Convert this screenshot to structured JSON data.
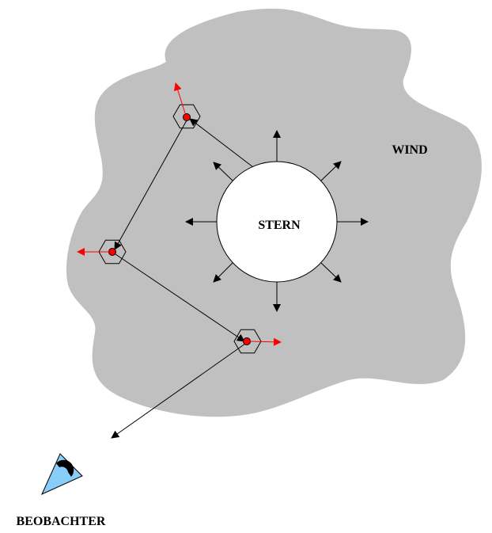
{
  "labels": {
    "star": "STERN",
    "wind": "WIND",
    "observer": "BEOBACHTER"
  },
  "colors": {
    "cloud": "#c0c0c0",
    "star_fill": "#ffffff",
    "particle": "#ff0000",
    "polarization_arrow": "#ff0000",
    "ray": "#000000",
    "observer_eye": "#87cefa"
  },
  "icons": {
    "particles": "hexagon-dust-grain-icon",
    "observer": "eye-icon"
  }
}
